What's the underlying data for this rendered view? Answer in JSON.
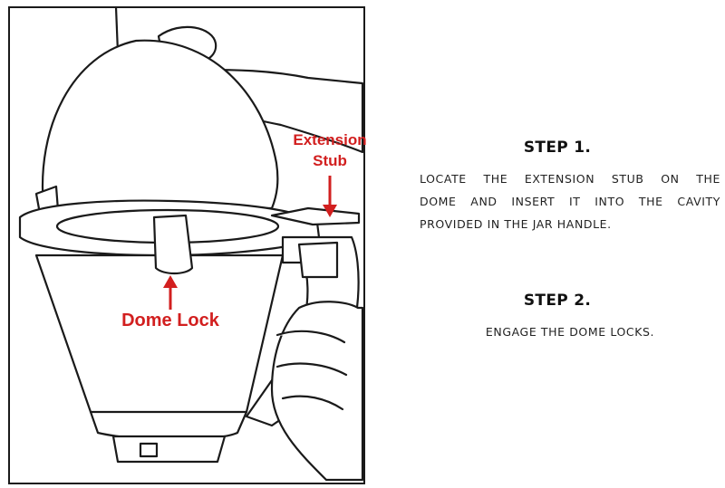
{
  "labels": {
    "extension_line1": "Extension",
    "extension_line2": "Stub",
    "dome_lock": "Dome Lock"
  },
  "steps": [
    {
      "title": "STEP 1.",
      "lines": [
        "LOCATE THE EXTENSION STUB ON THE",
        "DOME AND INSERT IT INTO THE CAVITY",
        "PROVIDED IN THE JAR HANDLE."
      ]
    },
    {
      "title": "STEP 2.",
      "lines": [
        "ENGAGE THE DOME LOCKS."
      ]
    }
  ],
  "colors": {
    "callout": "#d21f1f",
    "line_art": "#1a1a1a",
    "background": "#ffffff"
  }
}
